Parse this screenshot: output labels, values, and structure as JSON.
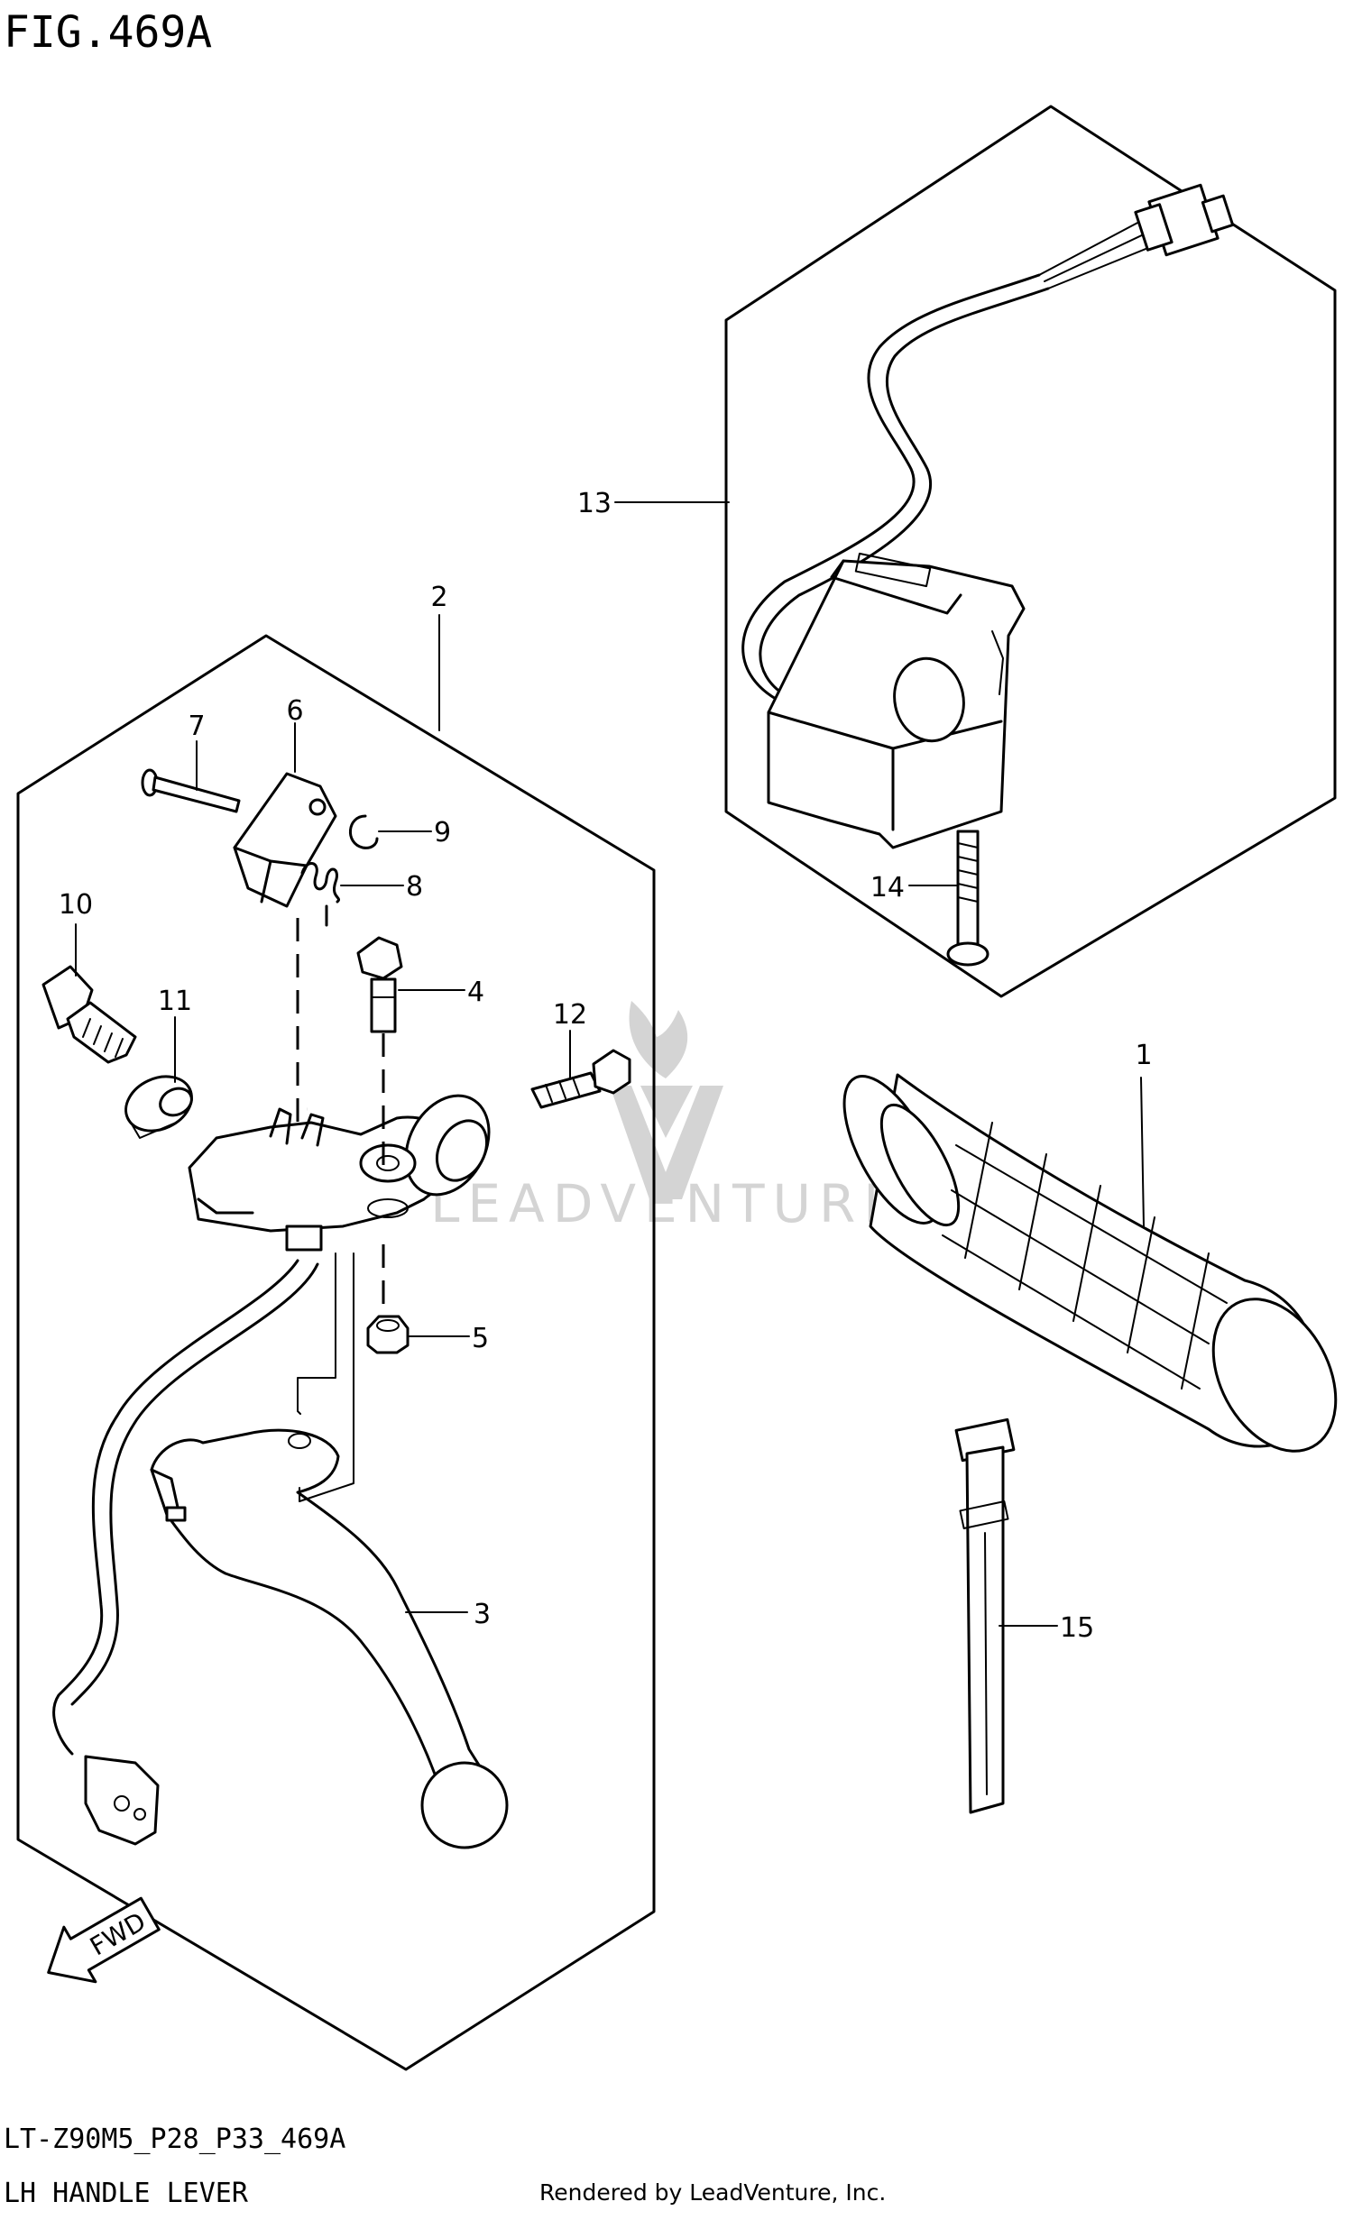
{
  "figure": {
    "title": "FIG.469A",
    "model_code": "LT-Z90M5_P28_P33_469A",
    "caption": "LH HANDLE LEVER",
    "rendered_by": "Rendered by LeadVenture, Inc.",
    "watermark": "LEADVENTURE",
    "fwd_label": "FWD"
  },
  "callouts": [
    {
      "id": "1",
      "label": "1"
    },
    {
      "id": "2",
      "label": "2"
    },
    {
      "id": "3",
      "label": "3"
    },
    {
      "id": "4",
      "label": "4"
    },
    {
      "id": "5",
      "label": "5"
    },
    {
      "id": "6",
      "label": "6"
    },
    {
      "id": "7",
      "label": "7"
    },
    {
      "id": "8",
      "label": "8"
    },
    {
      "id": "9",
      "label": "9"
    },
    {
      "id": "10",
      "label": "10"
    },
    {
      "id": "11",
      "label": "11"
    },
    {
      "id": "12",
      "label": "12"
    },
    {
      "id": "13",
      "label": "13"
    },
    {
      "id": "14",
      "label": "14"
    },
    {
      "id": "15",
      "label": "15"
    }
  ]
}
